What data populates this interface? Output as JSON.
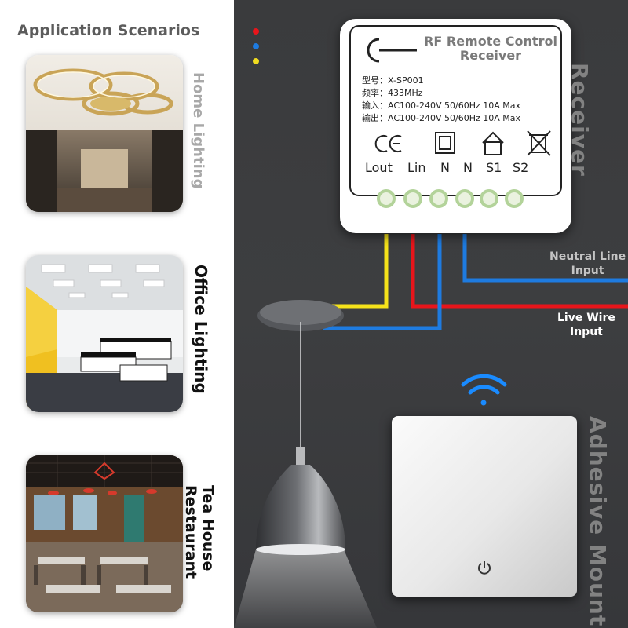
{
  "section_title": "Application Scenarios",
  "scenarios": [
    {
      "label": "Home Lighting",
      "color": "#a8a8a8"
    },
    {
      "label": "Office Lighting",
      "color": "#111111"
    },
    {
      "label_line1": "Tea House",
      "label_line2": "Restaurant",
      "color": "#111111"
    }
  ],
  "receiver": {
    "title_line1": "RF Remote Control",
    "title_line2": "Receiver",
    "specs": [
      "型号：X-SP001",
      "频率：433MHz",
      "输入：AC100-240V 50/60Hz  10A Max",
      "输出：AC100-240V 50/60Hz  10A Max"
    ],
    "certification_icons": [
      "ce-mark-icon",
      "double-insulation-icon",
      "indoor-use-icon",
      "weee-bin-icon"
    ],
    "terminals": [
      "Lout",
      "Lin",
      "N",
      "N",
      "S1",
      "S2"
    ]
  },
  "side_labels": {
    "receiver": "Receiver",
    "adhesive": "Adhesive Mount"
  },
  "wire_labels": {
    "neutral_line1": "Neutral Line",
    "neutral_line2": "Input",
    "live_line1": "Live Wire",
    "live_line2": "Input"
  },
  "colors": {
    "wire_yellow": "#f5e21a",
    "wire_red": "#e8151b",
    "wire_blue": "#1e7be0",
    "neutral_label": "#c4c4c4",
    "live_label": "#ffffff",
    "dot_red": "#e8151b",
    "dot_blue": "#1e7be0",
    "dot_yellow": "#f0dc20"
  },
  "icons": {
    "wifi": "wifi-signal-icon",
    "power": "power-icon"
  }
}
